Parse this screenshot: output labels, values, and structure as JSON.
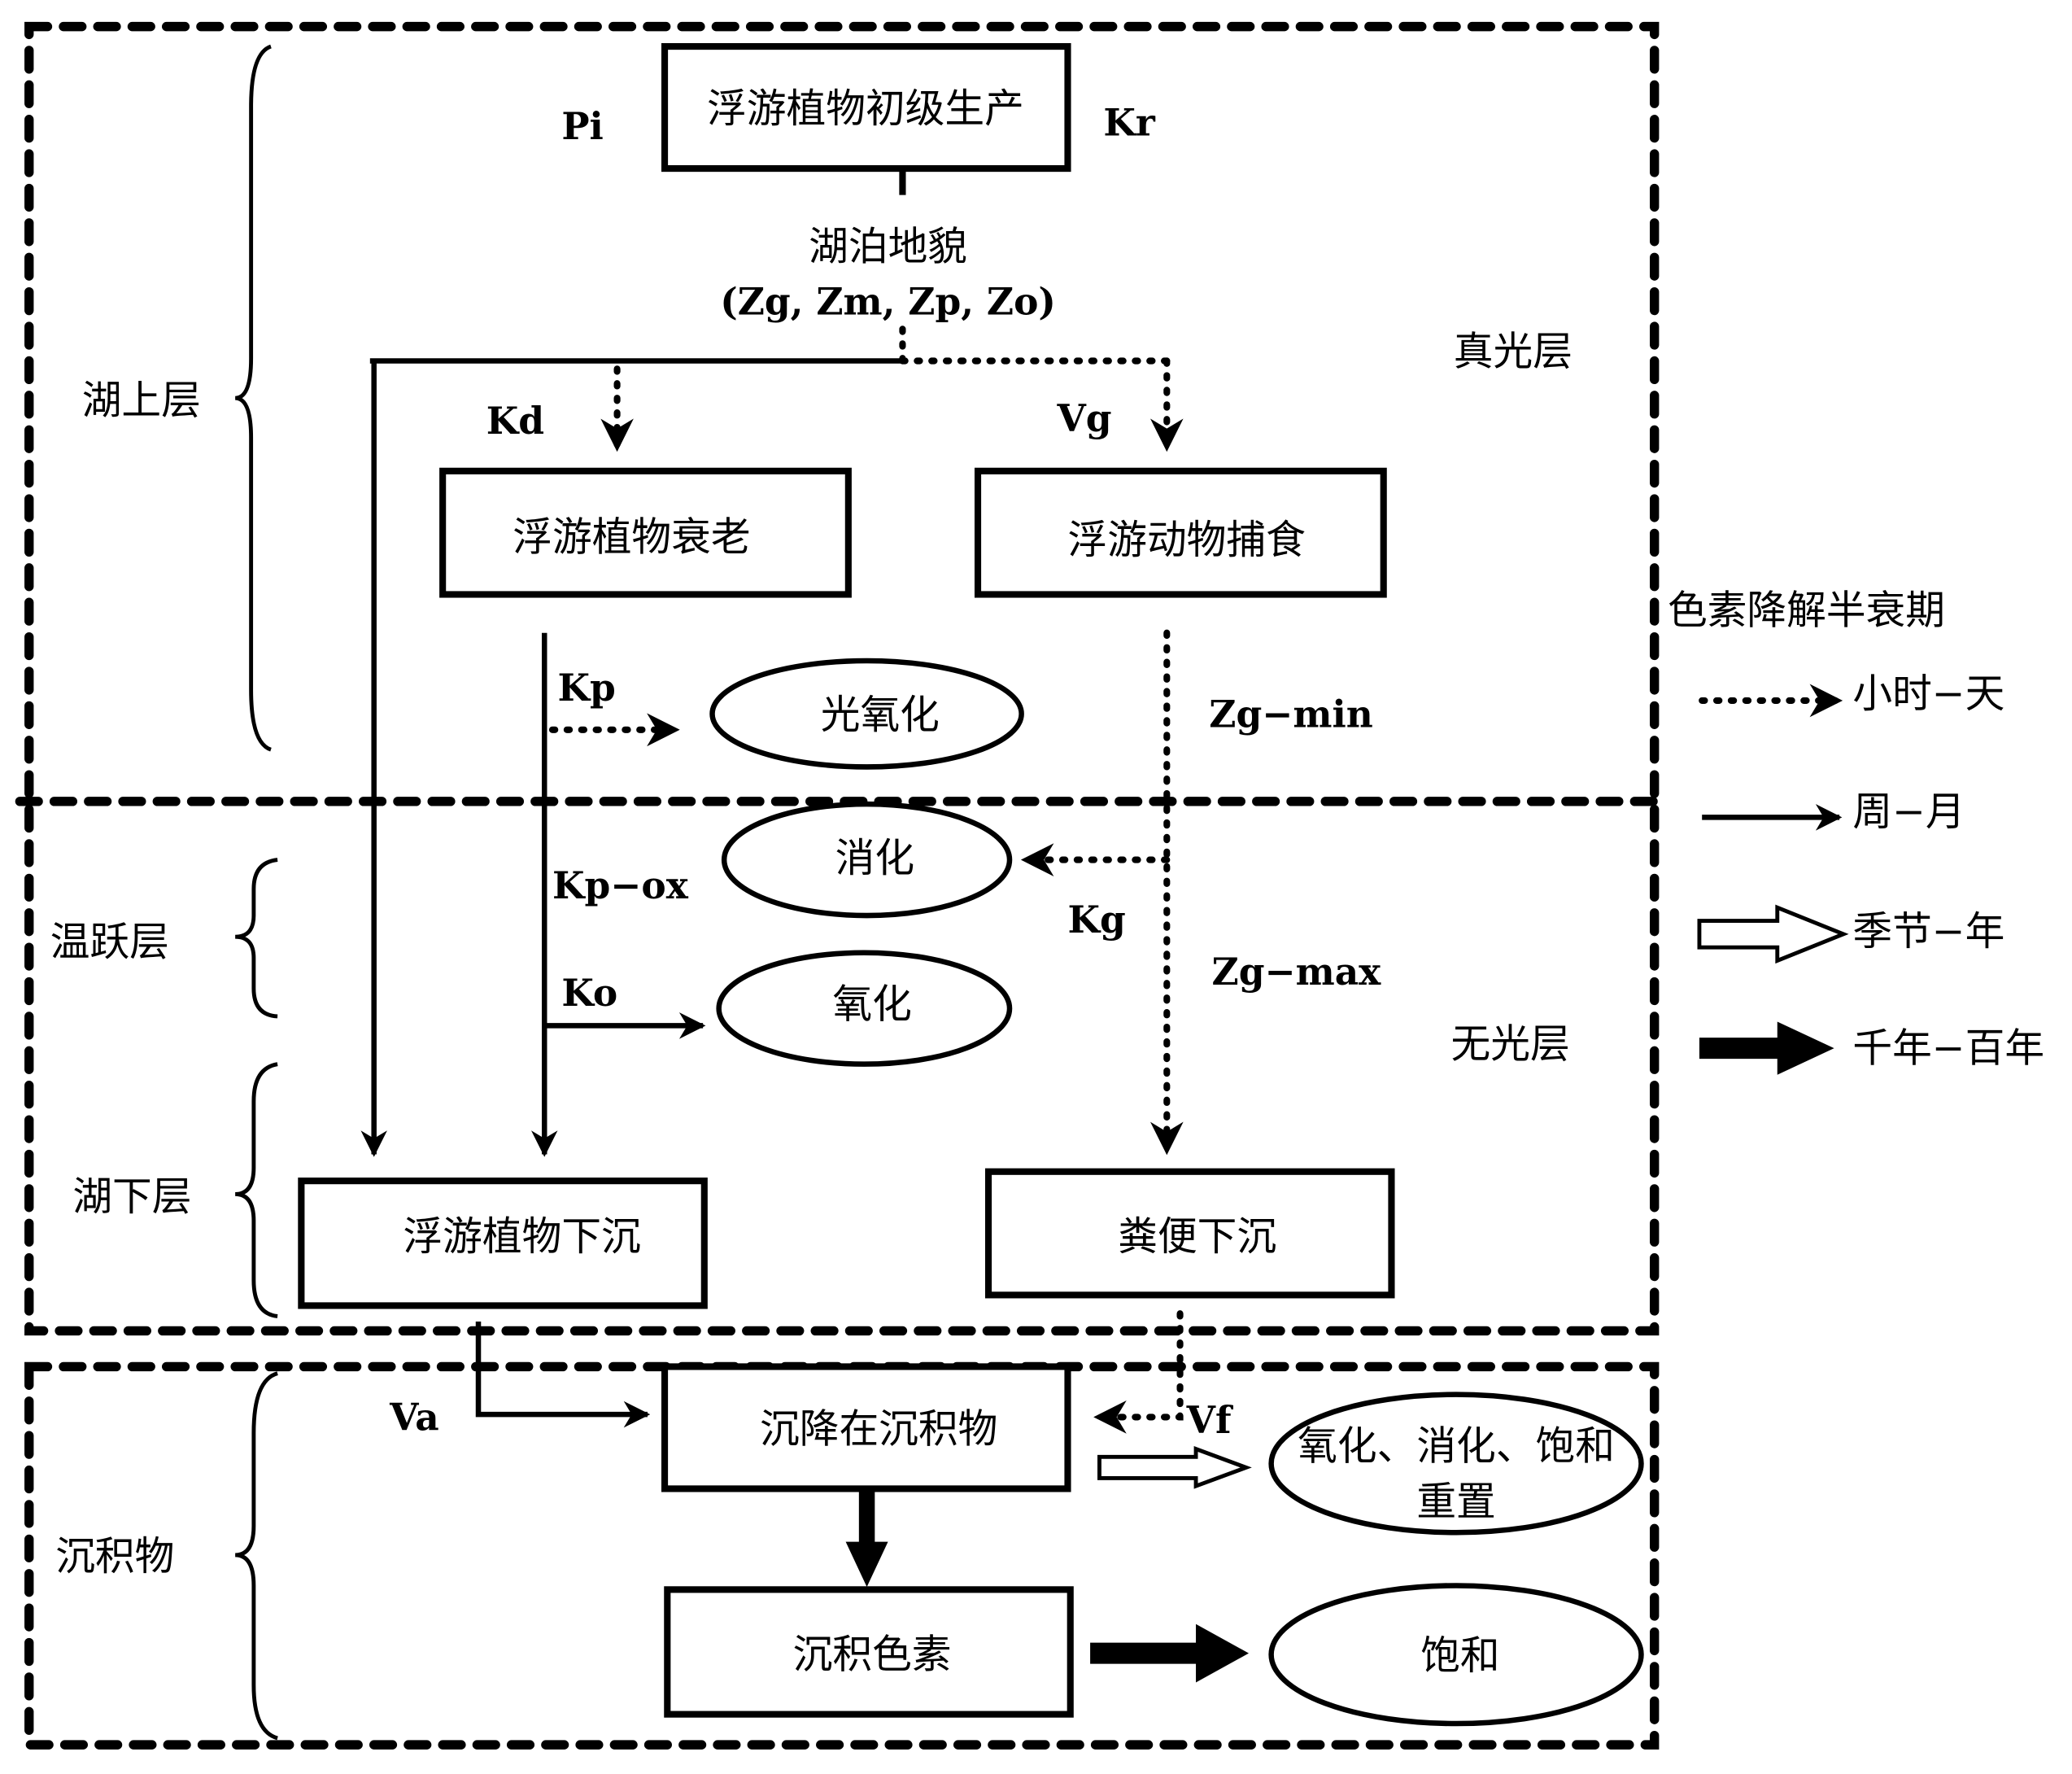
{
  "boxes": {
    "primary_production": "浮游植物初级生产",
    "senescence": "浮游植物衰老",
    "zooplankton_grazing": "浮游动物捕食",
    "phyto_sinking": "浮游植物下沉",
    "fecal_sinking": "粪便下沉",
    "deposited": "沉降在沉积物",
    "sediment_pigment": "沉积色素"
  },
  "ellipses": {
    "photo_oxidation": "光氧化",
    "digestion": "消化",
    "oxidation": "氧化",
    "sediment_processes_line1": "氧化、消化、饱和",
    "sediment_processes_line2": "重置",
    "saturation": "饱和"
  },
  "labels": {
    "morphometry_title": "湖泊地貌",
    "morphometry_params": "(Zg, Zm, Zp, Zo)",
    "Pi": "Pi",
    "Kr": "Kr",
    "Kd": "Kd",
    "Vg": "Vg",
    "Kp": "Kp",
    "Kp_ox": "Kp−ox",
    "Ko": "Ko",
    "Kg": "Kg",
    "Zg_min": "Zg−min",
    "Zg_max": "Zg−max",
    "Va": "Va",
    "Vf": "Vf"
  },
  "zones": {
    "epilimnion": "湖上层",
    "thermocline": "温跃层",
    "hypolimnion": "湖下层",
    "sediment": "沉积物",
    "euphotic": "真光层",
    "aphotic": "无光层"
  },
  "legend": {
    "title": "色素降解半衰期",
    "items": [
      {
        "style": "dotted-arrow",
        "label": "小时−天"
      },
      {
        "style": "solid-arrow",
        "label": "周−月"
      },
      {
        "style": "hollow-arrow",
        "label": "季节−年"
      },
      {
        "style": "bold-arrow",
        "label": "千年−百年"
      }
    ]
  }
}
